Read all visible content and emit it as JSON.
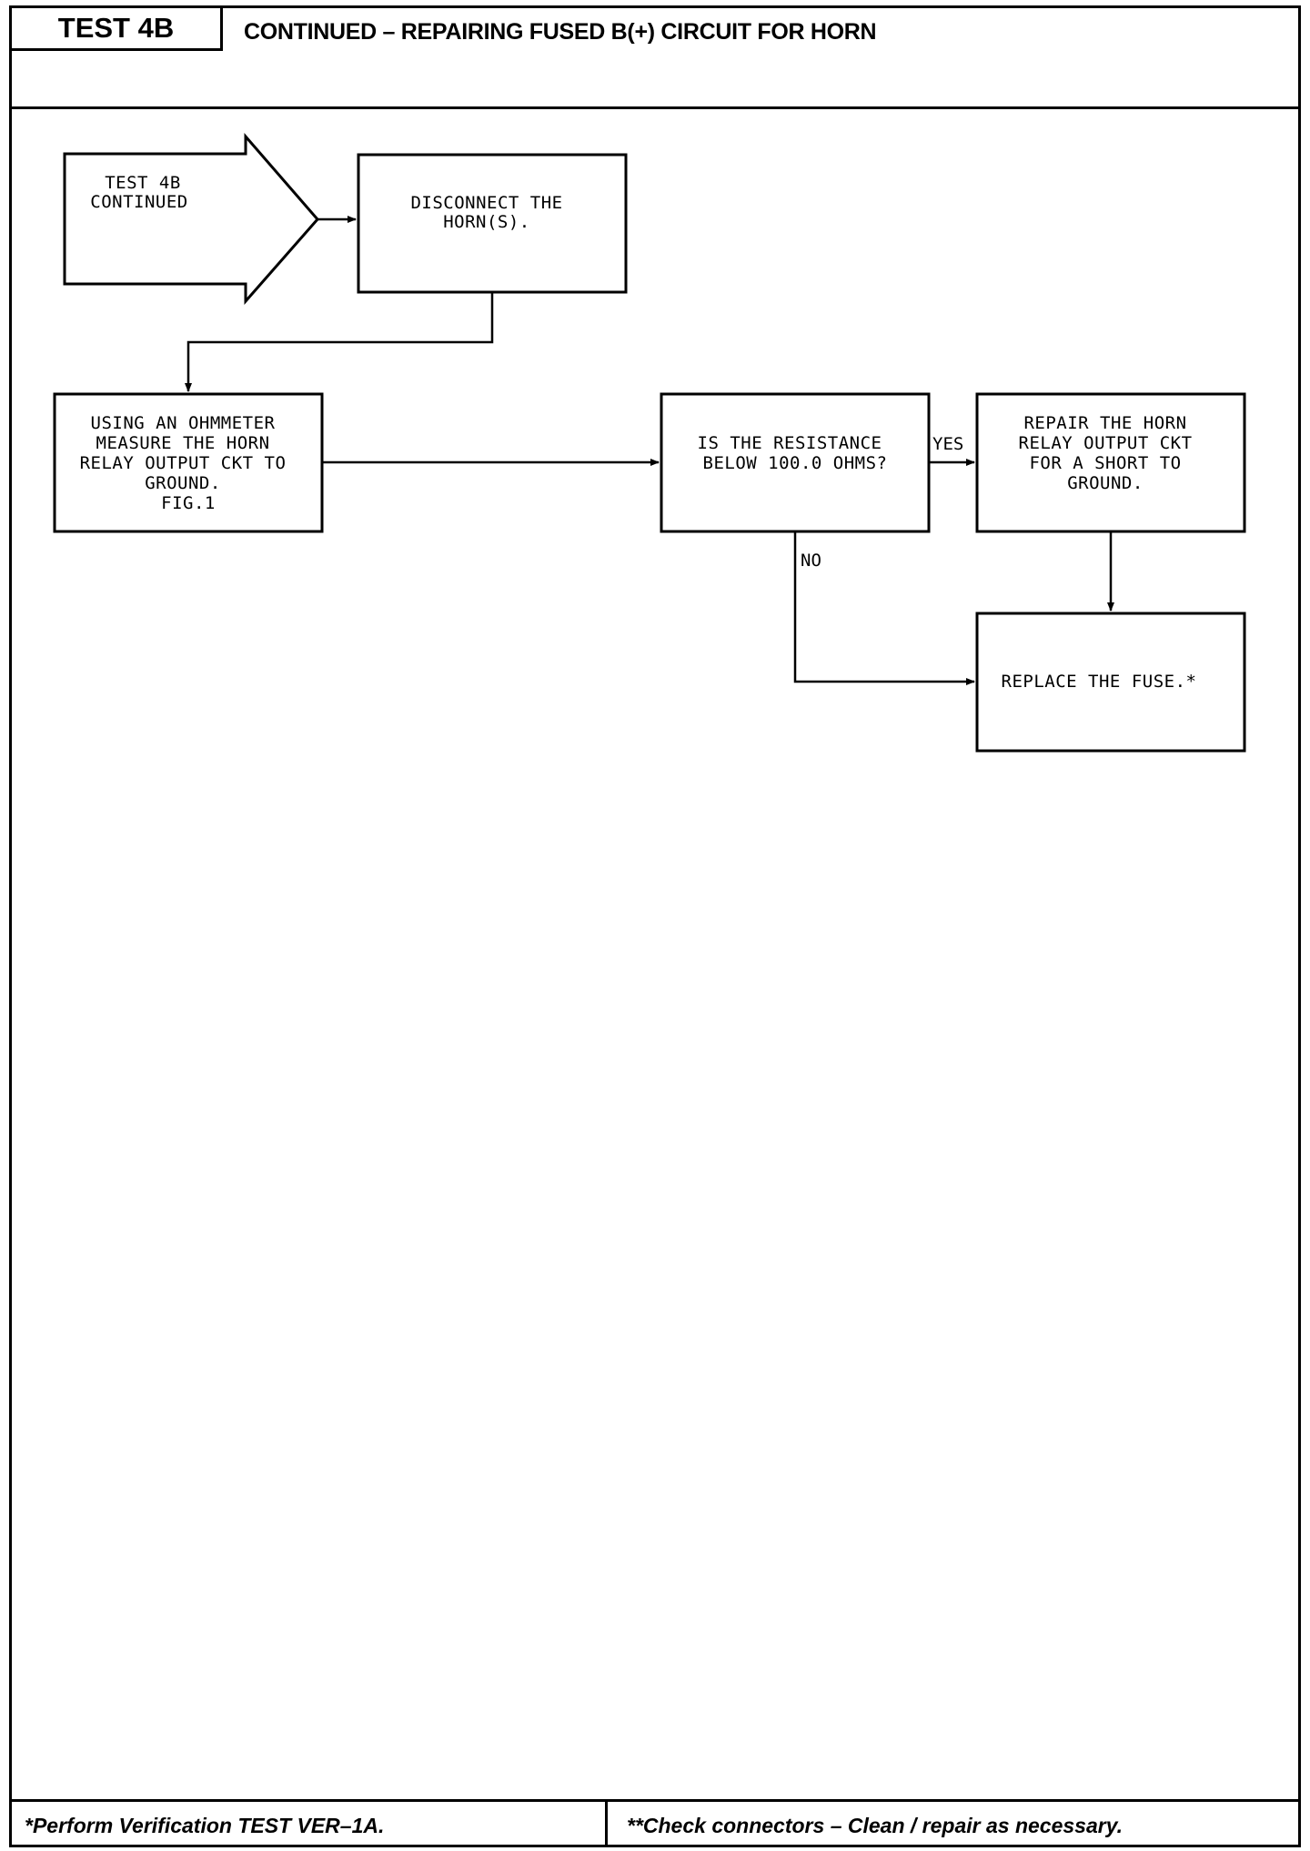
{
  "header": {
    "test_id": "TEST 4B",
    "title": "CONTINUED – REPAIRING FUSED B(+) CIRCUIT FOR HORN"
  },
  "flowchart": {
    "start_arrow": {
      "lines": [
        "TEST 4B",
        "CONTINUED"
      ]
    },
    "step_disconnect": {
      "lines": [
        "DISCONNECT THE",
        "HORN(S)."
      ]
    },
    "step_measure": {
      "lines": [
        "USING AN OHMMETER",
        "MEASURE THE HORN",
        "RELAY OUTPUT CKT TO",
        "GROUND.",
        "FIG.1"
      ]
    },
    "decision_resistance": {
      "lines": [
        "IS THE RESISTANCE",
        "BELOW 100.0 OHMS?"
      ]
    },
    "step_repair": {
      "lines": [
        "REPAIR THE HORN",
        "RELAY OUTPUT CKT",
        "FOR A SHORT TO",
        "GROUND."
      ]
    },
    "step_replace_fuse": {
      "lines": [
        "REPLACE THE FUSE.*"
      ]
    },
    "yes_label": "YES",
    "no_label": "NO"
  },
  "footer": {
    "left_note": "*Perform Verification TEST VER–1A.",
    "right_note": "**Check connectors – Clean / repair as necessary."
  }
}
